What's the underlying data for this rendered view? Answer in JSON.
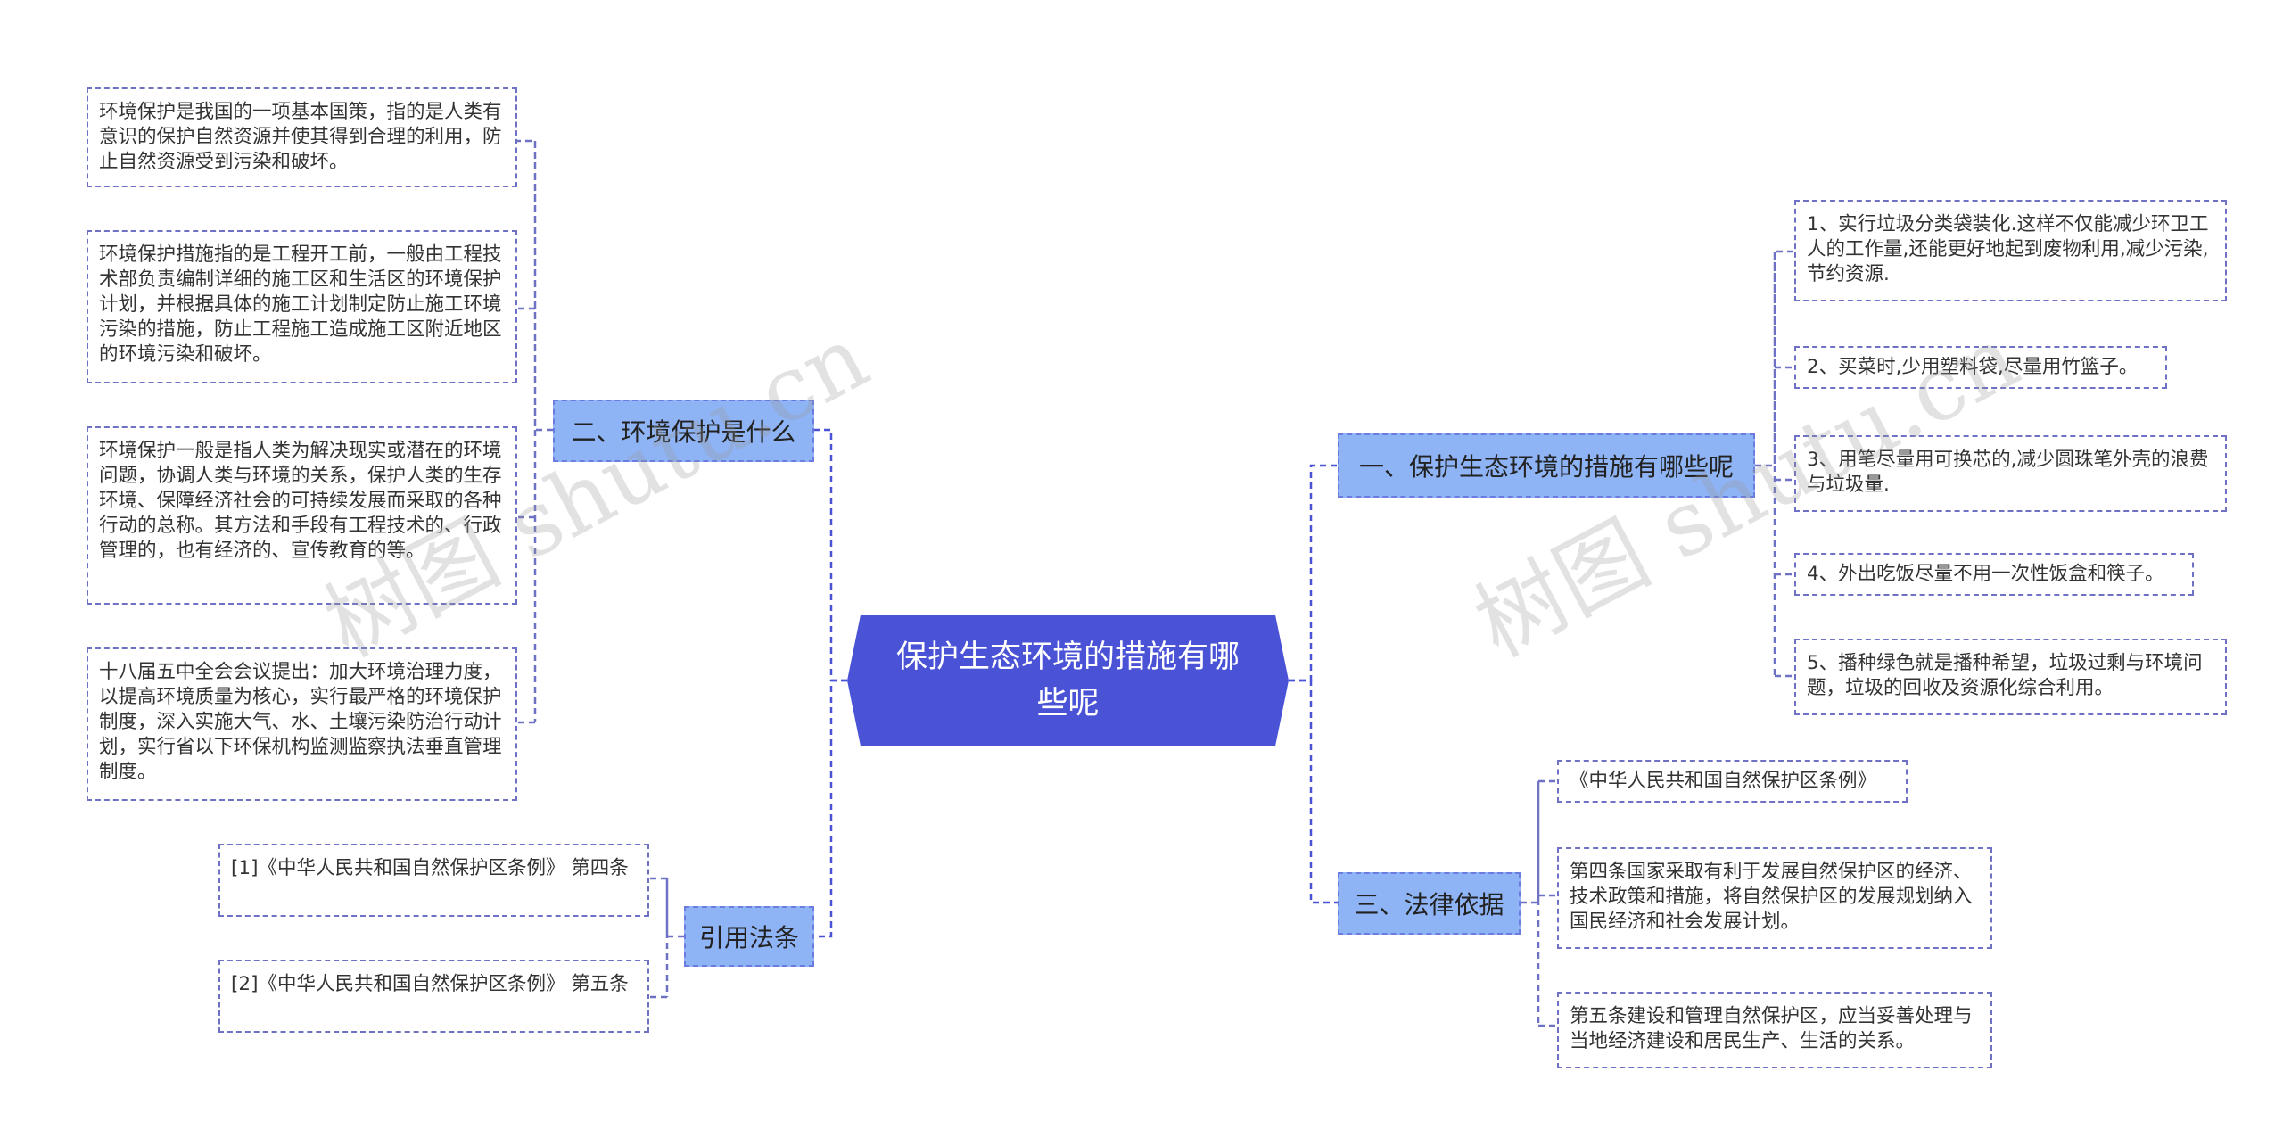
{
  "root": {
    "title": "保护生态环境的措施有哪些呢"
  },
  "branches": {
    "measures": {
      "label": "一、保护生态环境的措施有哪些呢",
      "items": [
        "1、实行垃圾分类袋装化.这样不仅能减少环卫工人的工作量,还能更好地起到废物利用,减少污染,节约资源.",
        "2、买菜时,少用塑料袋,尽量用竹篮子。",
        "3、用笔尽量用可换芯的,减少圆珠笔外壳的浪费与垃圾量.",
        "4、外出吃饭尽量不用一次性饭盒和筷子。",
        "5、播种绿色就是播种希望，垃圾过剩与环境问题，垃圾的回收及资源化综合利用。"
      ]
    },
    "what": {
      "label": "二、环境保护是什么",
      "items": [
        "环境保护是我国的一项基本国策，指的是人类有意识的保护自然资源并使其得到合理的利用，防止自然资源受到污染和破坏。",
        "环境保护措施指的是工程开工前，一般由工程技术部负责编制详细的施工区和生活区的环境保护计划，并根据具体的施工计划制定防止施工环境污染的措施，防止工程施工造成施工区附近地区的环境污染和破坏。",
        "环境保护一般是指人类为解决现实或潜在的环境问题，协调人类与环境的关系，保护人类的生存环境、保障经济社会的可持续发展而采取的各种行动的总称。其方法和手段有工程技术的、行政管理的，也有经济的、宣传教育的等。",
        "十八届五中全会会议提出：加大环境治理力度，以提高环境质量为核心，实行最严格的环境保护制度，深入实施大气、水、土壤污染防治行动计划，实行省以下环保机构监测监察执法垂直管理制度。"
      ]
    },
    "law": {
      "label": "三、法律依据",
      "items": [
        "《中华人民共和国自然保护区条例》",
        "第四条国家采取有利于发展自然保护区的经济、技术政策和措施，将自然保护区的发展规划纳入国民经济和社会发展计划。",
        "第五条建设和管理自然保护区，应当妥善处理与当地经济建设和居民生产、生活的关系。"
      ]
    },
    "cite": {
      "label": "引用法条",
      "items": [
        "[1]《中华人民共和国自然保护区条例》 第四条",
        "[2]《中华人民共和国自然保护区条例》 第五条"
      ]
    }
  },
  "watermark": {
    "text": "树图 shutu.cn"
  },
  "colors": {
    "root_fill": "#4a52d6",
    "branch_fill": "#8fb4f5",
    "connector": "#4a52d6",
    "leaf_border": "#6f72c4"
  }
}
